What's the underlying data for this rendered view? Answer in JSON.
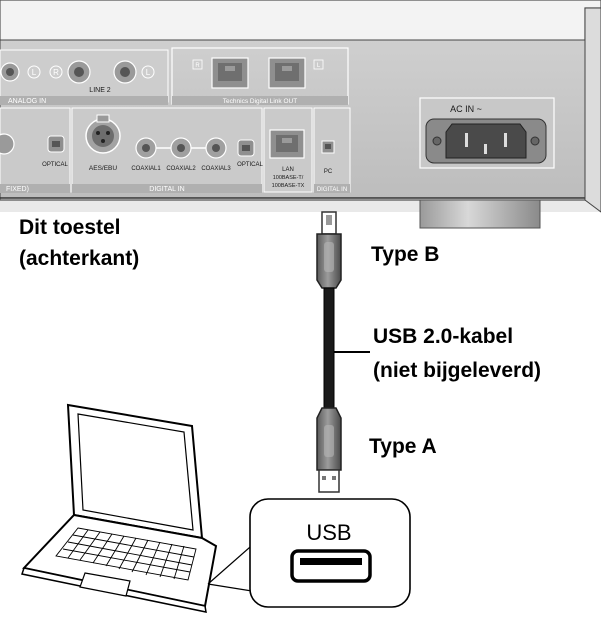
{
  "device_label": {
    "line1": "Dit toestel",
    "line2": "(achterkant)"
  },
  "cable": {
    "type_b": "Type B",
    "type_a": "Type A",
    "name_line1": "USB 2.0-kabel",
    "name_line2": "(niet bijgeleverd)"
  },
  "rear_panel": {
    "analog_in": "ANALOG IN",
    "line2": "LINE 2",
    "left_mark": "L",
    "right_mark": "R",
    "digital_link_out": "Technics Digital Link OUT",
    "ac_in": "AC IN ~",
    "optical_left": "OPTICAL",
    "fixed": "FIXED)",
    "aes_ebu": "AES/EBU",
    "coaxial1": "COAXIAL1",
    "coaxial2": "COAXIAL2",
    "coaxial3": "COAXIAL3",
    "optical_right": "OPTICAL",
    "digital_in": "DIGITAL IN",
    "lan_label": "LAN",
    "lan_speed1": "100BASE-T/",
    "lan_speed2": "100BASE-TX",
    "pc_label": "PC",
    "digital_in_pc": "DIGITAL IN"
  },
  "laptop_inset": {
    "usb_label": "USB"
  }
}
